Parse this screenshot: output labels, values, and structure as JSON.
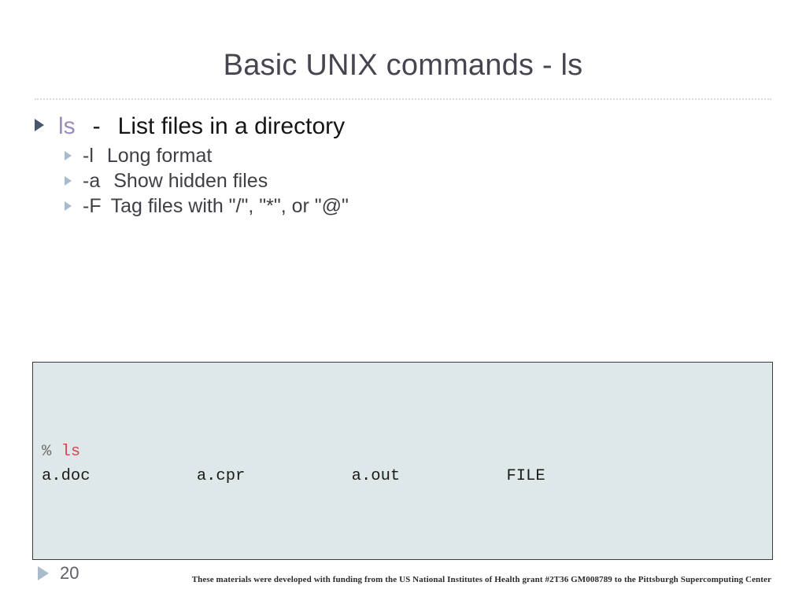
{
  "slide": {
    "title": "Basic UNIX commands - ls",
    "bullets": {
      "level1": {
        "command": "ls",
        "dash": "-",
        "description": "List files in a directory"
      },
      "level2": [
        {
          "flag": "-l",
          "text": "Long format"
        },
        {
          "flag": "-a",
          "text": "Show hidden files"
        },
        {
          "flag": "-F",
          "text": "Tag files with \"/\", \"*\", or \"@\""
        }
      ]
    },
    "terminal": {
      "prompt_sign": "%",
      "prompt_command": "ls",
      "output_line": "a.doc           a.cpr           a.out           FILE"
    },
    "footer": {
      "slide_number": "20",
      "credit": "These materials were developed with funding from the US National Institutes of Health grant #2T36 GM008789 to the Pittsburgh Supercomputing Center"
    },
    "colors": {
      "title": "#45464f",
      "command_accent": "#9b8cb8",
      "terminal_command": "#d94356",
      "terminal_background": "#dfe8e9",
      "bullet_primary": "#4a566b",
      "bullet_secondary": "#a9bccd"
    }
  }
}
